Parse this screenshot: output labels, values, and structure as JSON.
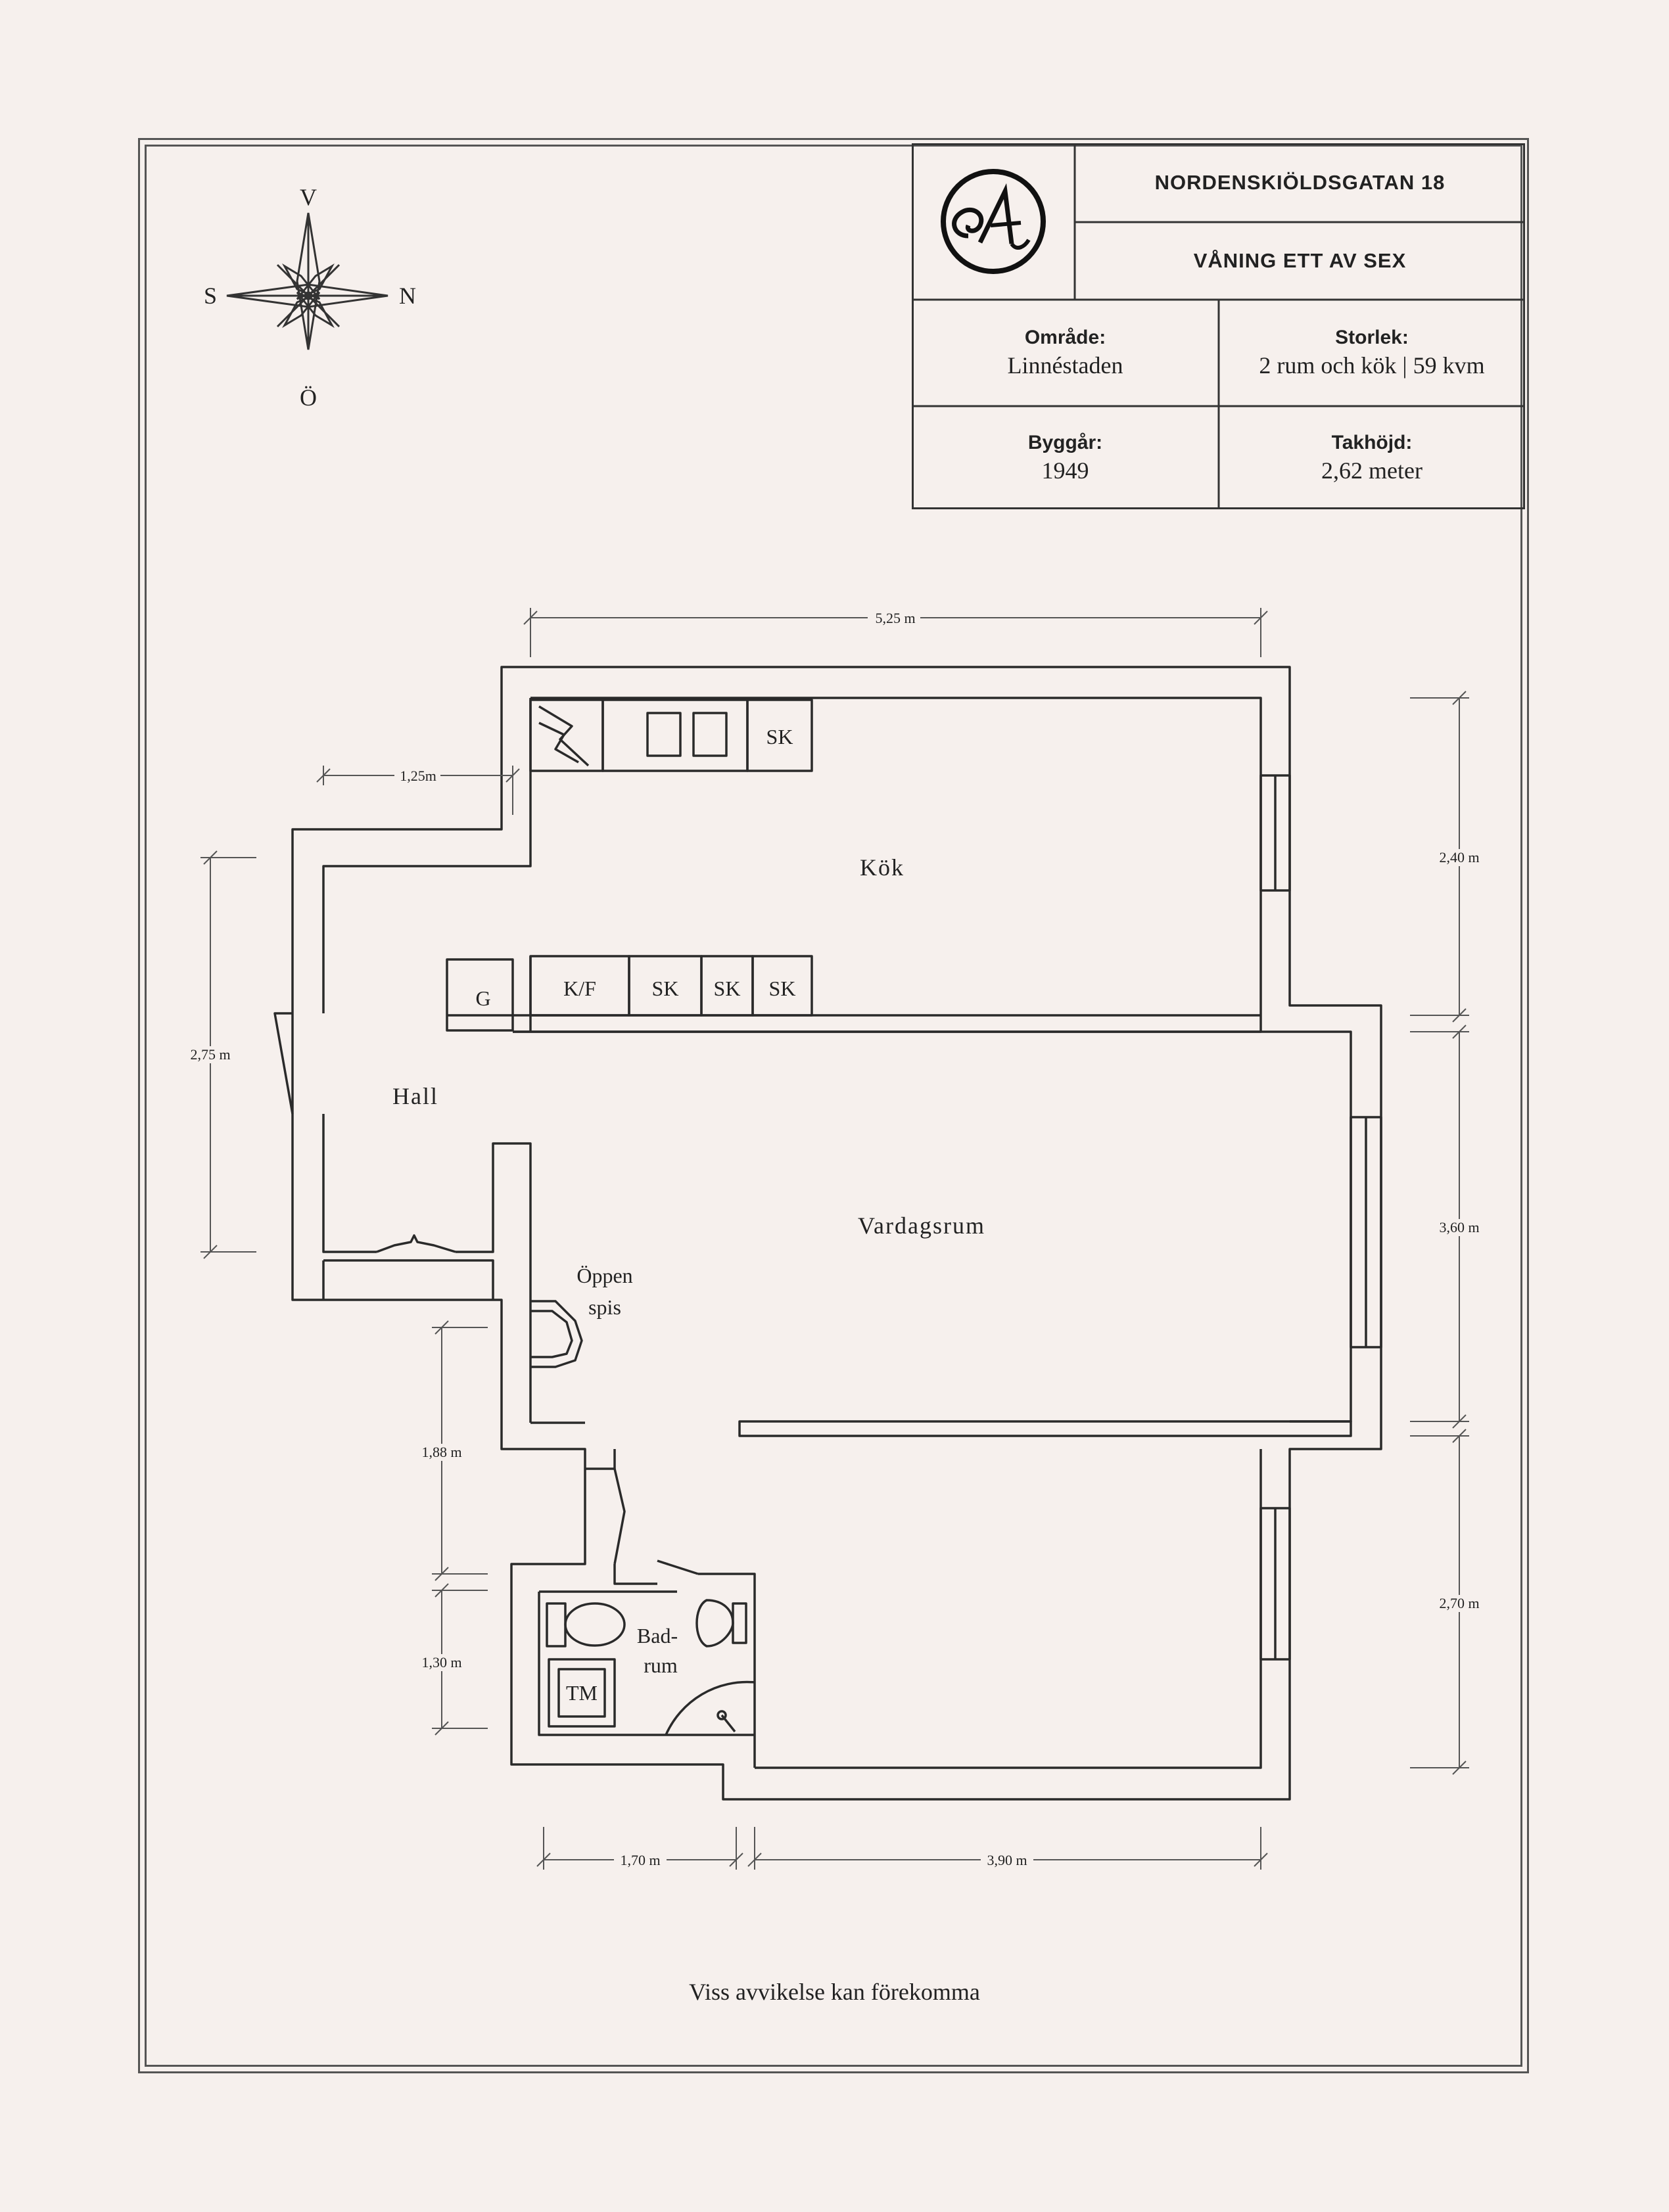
{
  "header": {
    "address": "NORDENSKIÖLDSGATAN 18",
    "floor": "VÅNING ETT AV SEX",
    "logo": "logo-monogram"
  },
  "info": {
    "area_label": "Område:",
    "area_value": "Linnéstaden",
    "size_label": "Storlek:",
    "size_value": "2 rum och kök | 59 kvm",
    "year_label": "Byggår:",
    "year_value": "1949",
    "ceiling_label": "Takhöjd:",
    "ceiling_value": "2,62 meter"
  },
  "compass": {
    "north": "V",
    "south": "Ö",
    "west": "S",
    "east": "N"
  },
  "rooms": {
    "kitchen": "Kök",
    "hall": "Hall",
    "living": "Vardagsrum",
    "fireplace_1": "Öppen",
    "fireplace_2": "spis",
    "bath_1": "Bad-",
    "bath_2": "rum"
  },
  "fixtures": {
    "sk": "SK",
    "kf": "K/F",
    "g": "G",
    "tm": "TM"
  },
  "dimensions": {
    "top": "5,25 m",
    "hall_top": "1,25m",
    "right_kitchen": "2,40 m",
    "right_living": "3,60 m",
    "right_bedroom": "2,70 m",
    "left_hall": "2,75 m",
    "left_corridor": "1,88 m",
    "left_bath": "1,30 m",
    "bottom_bath": "1,70 m",
    "bottom_bedroom": "3,90 m"
  },
  "footer": {
    "note": "Viss avvikelse kan förekomma"
  },
  "colors": {
    "background": "#f6f0ed",
    "ink": "#222222"
  }
}
